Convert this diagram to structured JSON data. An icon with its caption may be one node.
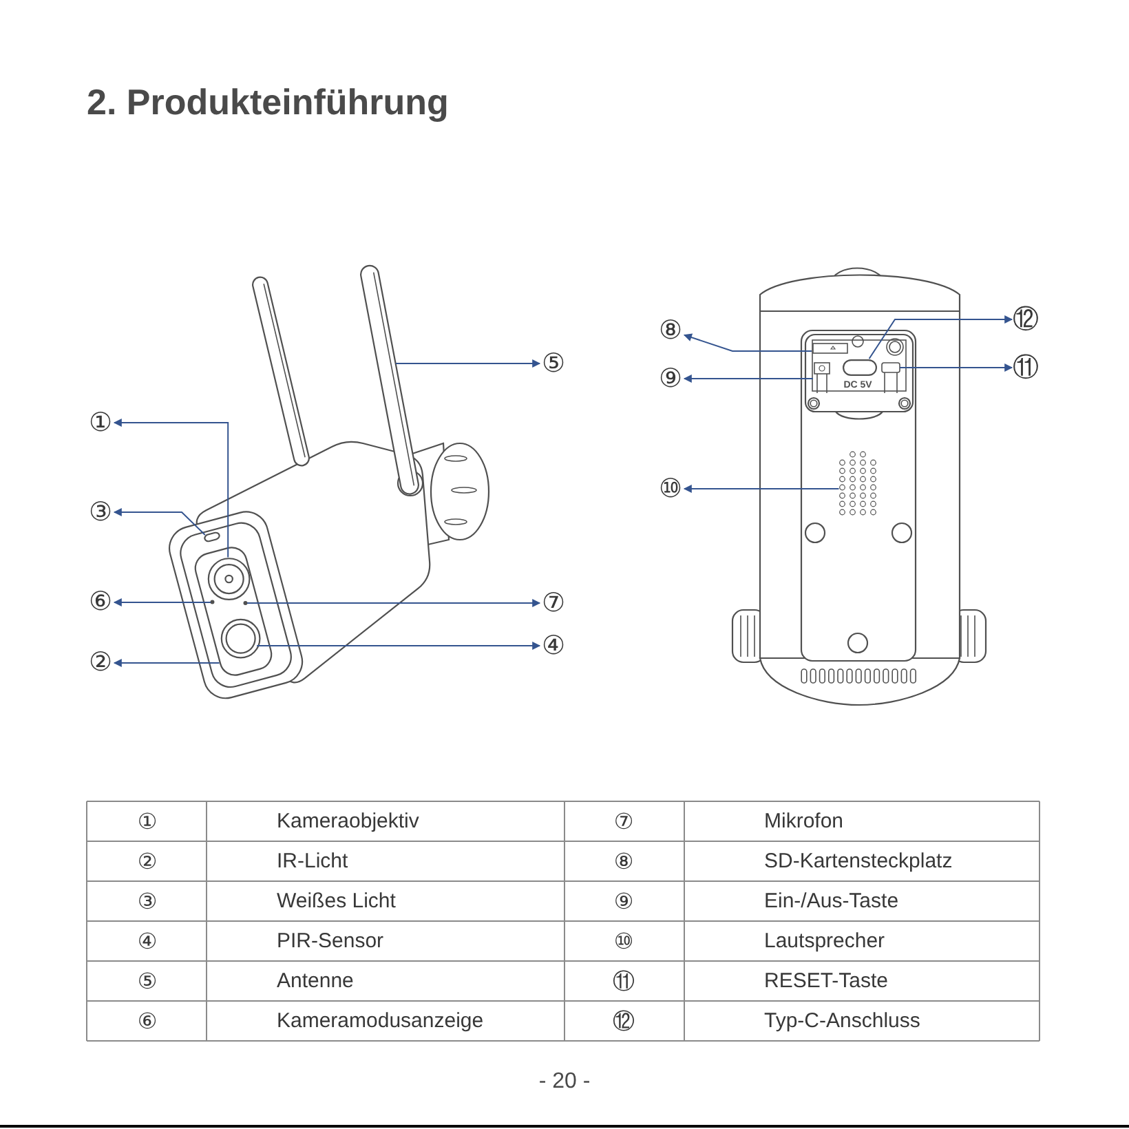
{
  "diagram": {
    "title": "2. Produkteinführung",
    "nodes": [
      {
        "text": [
          "①"
        ]
      },
      {
        "text": [
          "②"
        ]
      },
      {
        "text": [
          "③"
        ]
      },
      {
        "text": [
          "④"
        ]
      },
      {
        "text": [
          "⑤"
        ]
      },
      {
        "text": [
          "⑥"
        ]
      },
      {
        "text": [
          "⑦"
        ]
      },
      {
        "text": [
          "⑧"
        ]
      },
      {
        "text": [
          "⑨"
        ]
      },
      {
        "text": [
          "⑩"
        ]
      },
      {
        "text": [
          "⑪"
        ]
      },
      {
        "text": [
          "⑫"
        ]
      },
      {
        "text": [],
        "shape": "picture"
      },
      {
        "text": [],
        "shape": "picture"
      },
      {
        "text": [],
        "shape": "box"
      },
      {
        "text": [],
        "shape": "picture",
        "in": 14
      },
      {
        "text": [],
        "shape": "picture",
        "in": 14
      },
      {
        "text": [],
        "shape": "circle",
        "in": 14
      },
      {
        "text": [],
        "shape": "circle",
        "in": 14
      },
      {
        "text": [],
        "shape": "box"
      },
      {
        "text": [],
        "shape": "picture"
      },
      {
        "text": [],
        "shape": "picture"
      },
      {
        "text": [],
        "shape": "box",
        "beside": [
          "DC 5V"
        ]
      },
      {
        "text": [],
        "shape": "picture"
      },
      {
        "text": [],
        "shape": "picture"
      }
    ],
    "edges": [
      {
        "from": 15,
        "to": 0,
        "arrow": "to"
      },
      {
        "from": 14,
        "to": 1,
        "arrow": "to"
      },
      {
        "from": 19,
        "to": 2,
        "arrow": "to"
      },
      {
        "from": 16,
        "to": 3,
        "arrow": "to"
      },
      {
        "from": 13,
        "to": 4,
        "arrow": "to"
      },
      {
        "from": 17,
        "to": 5,
        "arrow": "to"
      },
      {
        "from": 18,
        "to": 6,
        "arrow": "to"
      },
      {
        "from": 20,
        "to": 7,
        "arrow": "to"
      },
      {
        "from": 21,
        "to": 8,
        "arrow": "to"
      },
      {
        "from": 24,
        "to": 9,
        "arrow": "to"
      },
      {
        "from": 23,
        "to": 10,
        "arrow": "to"
      },
      {
        "from": 22,
        "to": 11,
        "arrow": "to"
      }
    ],
    "labels": [
      "①",
      "Kameraobjektiv",
      "⑦",
      "Mikrofon",
      "②",
      "IR-Licht",
      "⑧",
      "SD-Kartensteckplatz",
      "③",
      "Weißes Licht",
      "⑨",
      "Ein-/Aus-Taste",
      "④",
      "PIR-Sensor",
      "⑩",
      "Lautsprecher",
      "⑤",
      "Antenne",
      "⑪",
      "RESET-Taste",
      "⑥",
      "Kameramodusanzeige",
      "⑫",
      "Typ-C-Anschluss",
      "- 20 -"
    ]
  }
}
